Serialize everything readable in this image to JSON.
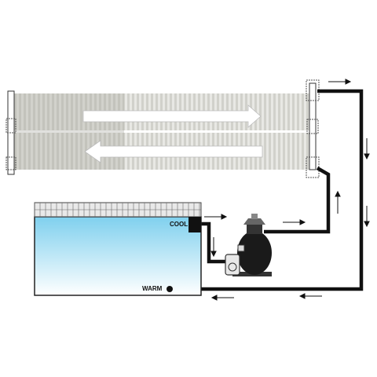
{
  "labels": {
    "cool": "COOL",
    "warm": "WARM"
  },
  "colors": {
    "pipe": "#111111",
    "panel_stripe_light": "#d9d9d3",
    "panel_stripe_dark": "#b7b7af",
    "pool_water_top": "#7fd0ee",
    "pool_water_bottom": "#ffffff",
    "pool_tile": "#e9e9e9",
    "pump_body": "#1a1a1a",
    "arrow": "#ffffff"
  },
  "icons": [
    "solar-panel-collector",
    "sand-filter-pump",
    "swimming-pool",
    "flow-arrow"
  ]
}
